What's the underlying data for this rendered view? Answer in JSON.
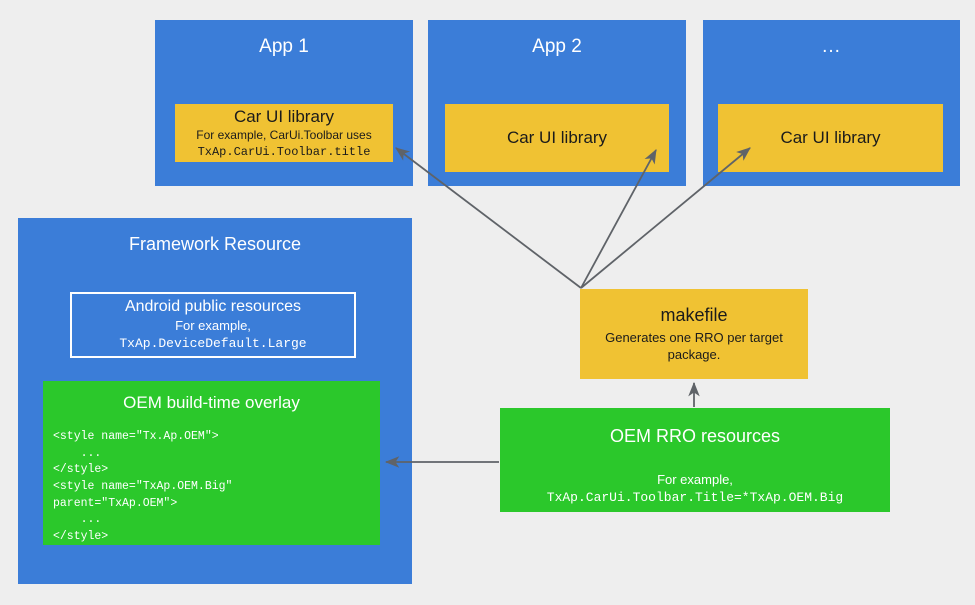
{
  "diagram": {
    "title": "Car UI library RRO overlay architecture",
    "background_color": "#eeeeee",
    "colors": {
      "blue": "#3b7dd8",
      "gold": "#f0c233",
      "green": "#2bc82b",
      "arrow": "#5f6368",
      "white": "#ffffff"
    }
  },
  "apps": [
    {
      "title": "App 1",
      "library": {
        "title": "Car UI library",
        "subtitle": "For example, CarUi.Toolbar uses",
        "code": "TxAp.CarUi.Toolbar.title"
      }
    },
    {
      "title": "App 2",
      "library": {
        "title": "Car UI library",
        "subtitle": "",
        "code": ""
      }
    },
    {
      "title": "...",
      "library": {
        "title": "Car UI library",
        "subtitle": "",
        "code": ""
      }
    }
  ],
  "framework": {
    "title": "Framework Resource",
    "android_public": {
      "title": "Android public resources",
      "subtitle": "For example,",
      "code": "TxAp.DeviceDefault.Large"
    },
    "oem_overlay": {
      "title": "OEM build-time overlay",
      "code": "<style name=\"Tx.Ap.OEM\">\n    ...\n</style>\n<style name=\"TxAp.OEM.Big\"\nparent=\"TxAp.OEM\">\n    ...\n</style>"
    }
  },
  "makefile": {
    "title": "makefile",
    "subtitle": "Generates one RRO per target package."
  },
  "oem_rro": {
    "title": "OEM RRO resources",
    "subtitle": "For example,",
    "code": "TxAp.CarUi.Toolbar.Title=*TxAp.OEM.Big"
  },
  "arrows": [
    {
      "name": "makefile-to-app1-library",
      "from": "makefile",
      "to": "app1-car-ui-library"
    },
    {
      "name": "makefile-to-app2-library",
      "from": "makefile",
      "to": "app2-car-ui-library"
    },
    {
      "name": "makefile-to-app3-library",
      "from": "makefile",
      "to": "app3-car-ui-library"
    },
    {
      "name": "oem-rro-to-makefile",
      "from": "oem-rro-resources",
      "to": "makefile"
    },
    {
      "name": "oem-rro-to-oem-overlay",
      "from": "oem-rro-resources",
      "to": "oem-build-time-overlay"
    }
  ]
}
